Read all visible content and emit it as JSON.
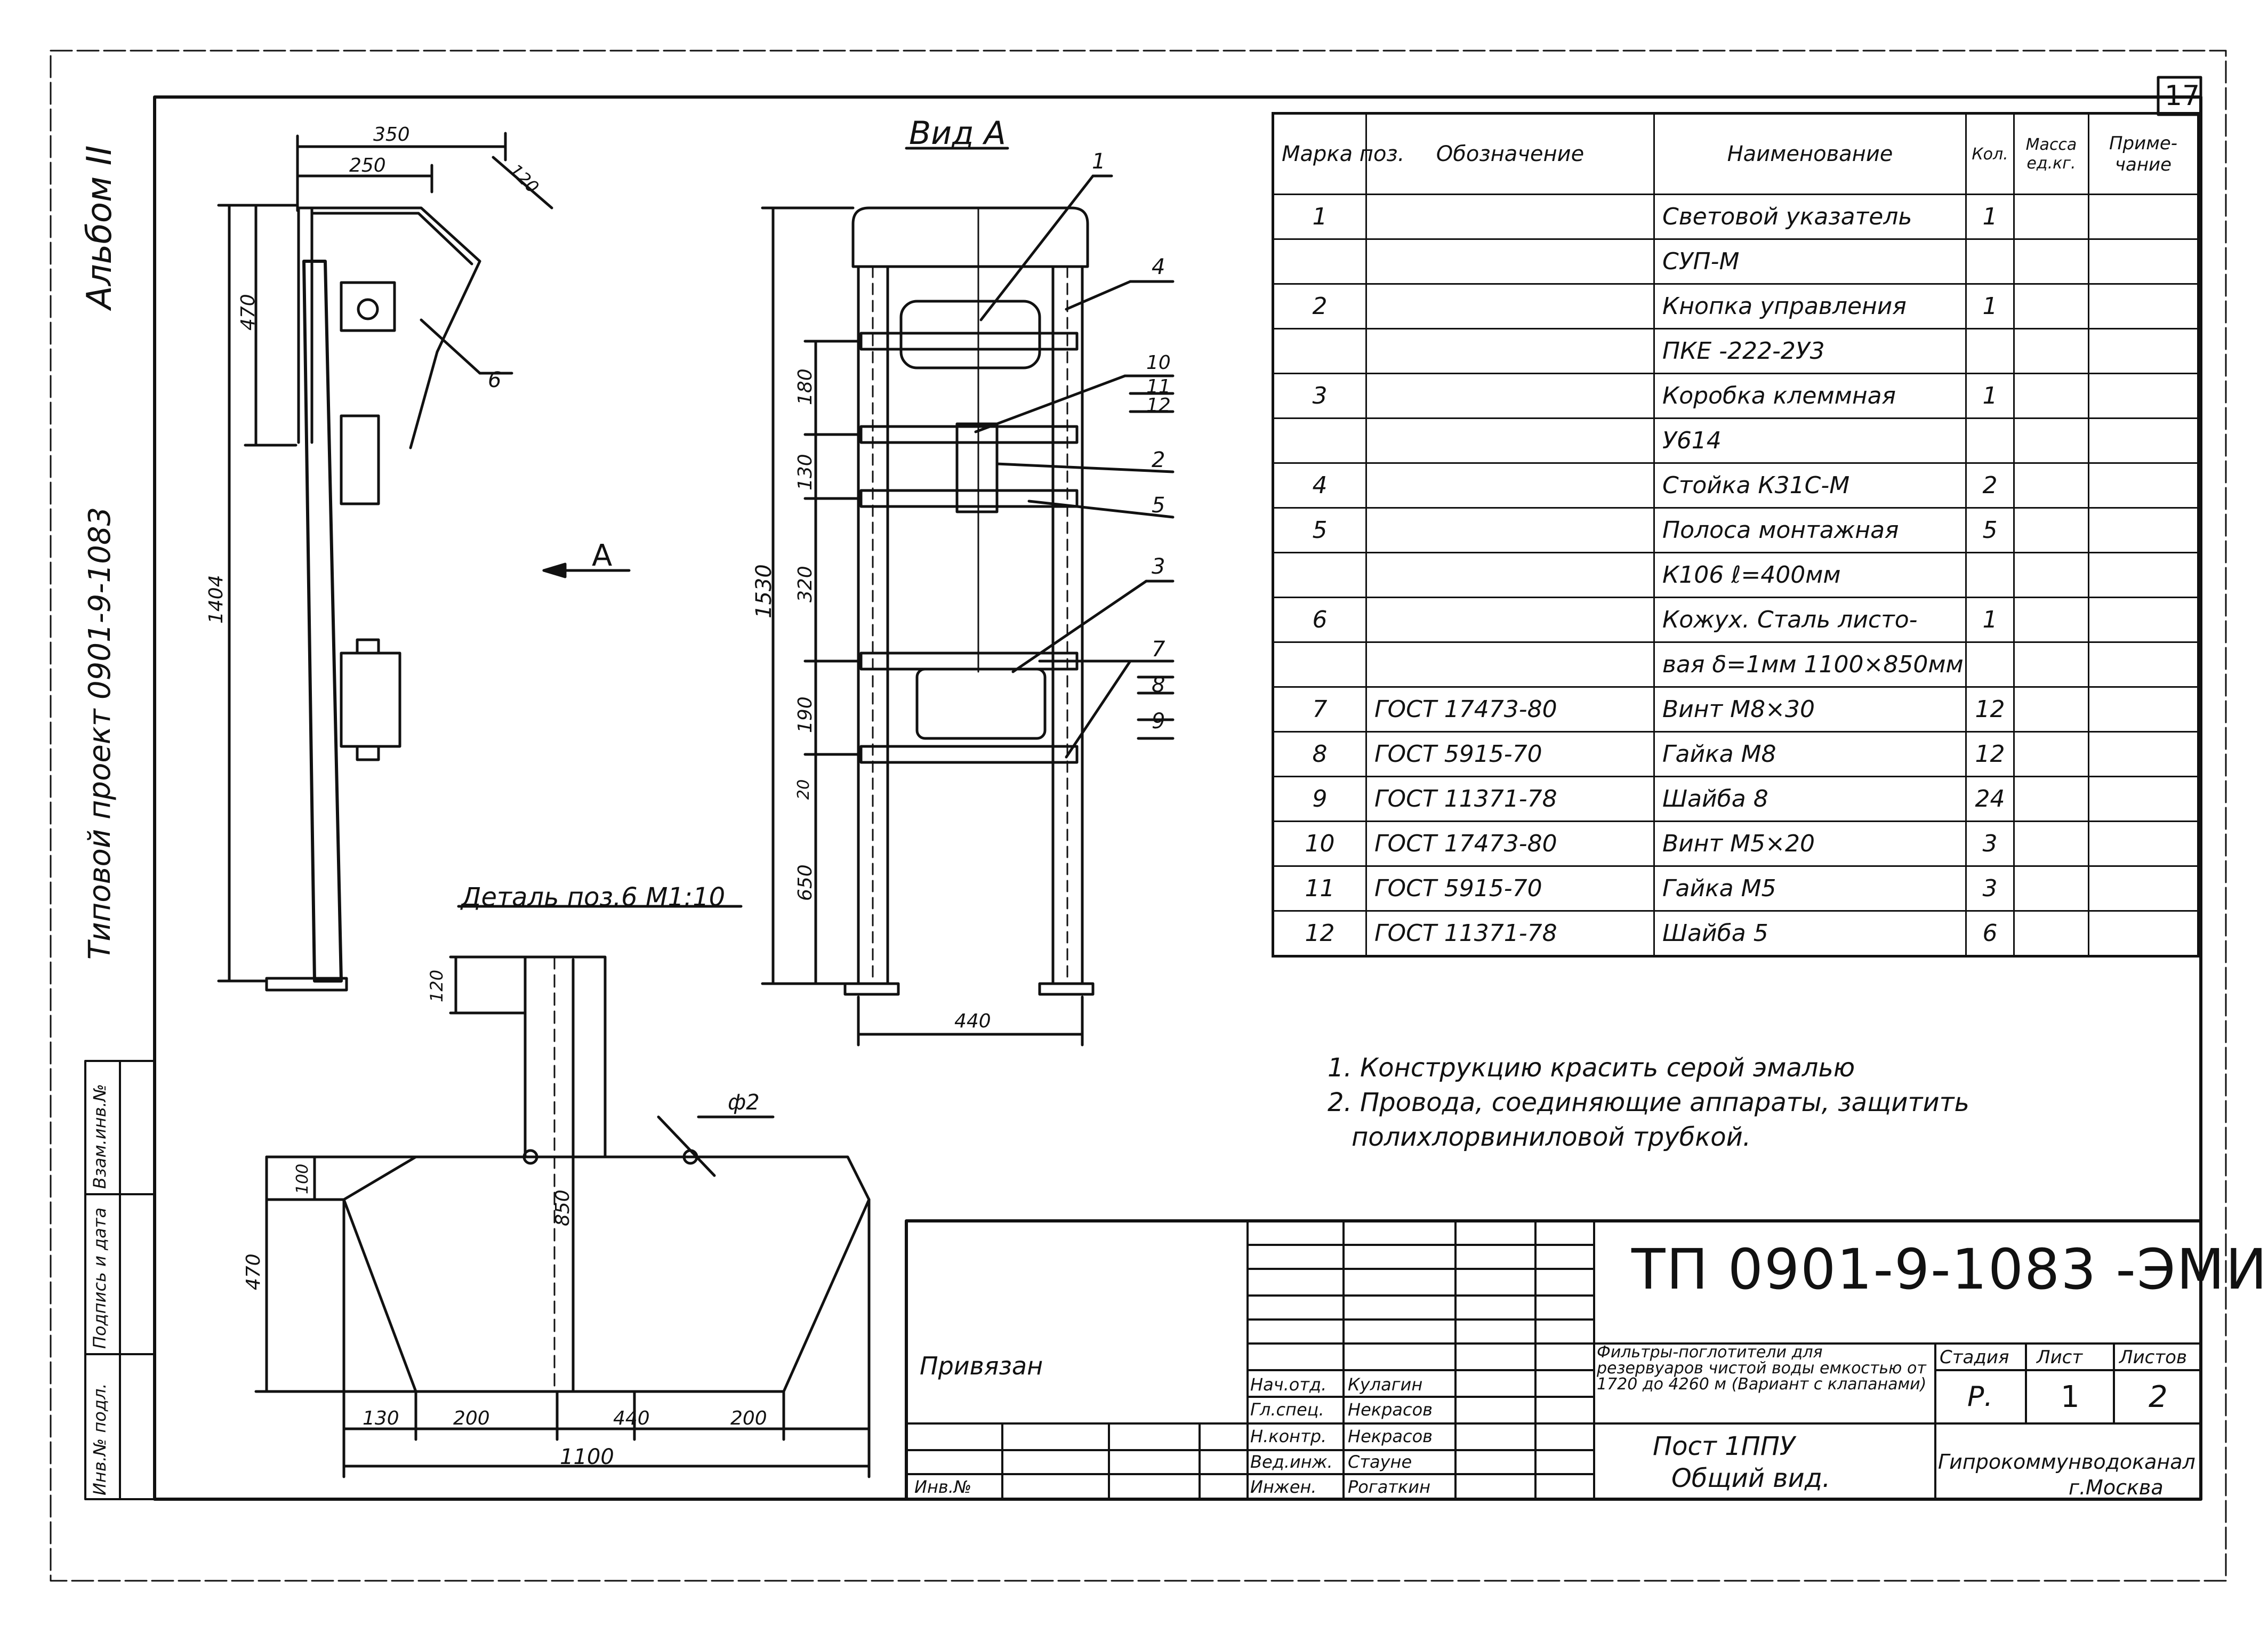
{
  "sheet_number": "17",
  "album_label": "Альбом II",
  "project_label": "Типовой проект 0901-9-1083",
  "side_stamp": [
    "Инв.№ подл.",
    "Подпись и дата",
    "Взам.инв.№"
  ],
  "view_a_title": "Вид А",
  "view_arrow_label": "А",
  "detail_title": "Деталь поз.6 М1:10",
  "side_view": {
    "dims": [
      "350",
      "250",
      "120",
      "470",
      "1404"
    ],
    "callout": "6"
  },
  "view_a": {
    "dims_vertical": [
      "180",
      "130",
      "320",
      "190",
      "20",
      "650",
      "1530"
    ],
    "dim_bottom": "440",
    "callouts": [
      "1",
      "4",
      "10",
      "11",
      "12",
      "2",
      "5",
      "3",
      "7",
      "8",
      "9"
    ]
  },
  "detail": {
    "dims": [
      "120",
      "850",
      "100",
      "470",
      "130",
      "200",
      "440",
      "200",
      "1100"
    ],
    "hole_label": "ф2"
  },
  "spec_table": {
    "headers": [
      "Марка поз.",
      "Обозначение",
      "Наименование",
      "Кол.",
      "Масса ед.кг.",
      "Приме-чание"
    ],
    "rows": [
      {
        "pos": "1",
        "designation": "",
        "name": "Световой указатель",
        "qty": "1"
      },
      {
        "pos": "",
        "designation": "",
        "name": "СУП-М",
        "qty": ""
      },
      {
        "pos": "2",
        "designation": "",
        "name": "Кнопка управления",
        "qty": "1"
      },
      {
        "pos": "",
        "designation": "",
        "name": "ПКЕ -222-2У3",
        "qty": ""
      },
      {
        "pos": "3",
        "designation": "",
        "name": "Коробка клеммная",
        "qty": "1"
      },
      {
        "pos": "",
        "designation": "",
        "name": "У614",
        "qty": ""
      },
      {
        "pos": "4",
        "designation": "",
        "name": "Стойка К31С-М",
        "qty": "2"
      },
      {
        "pos": "5",
        "designation": "",
        "name": "Полоса монтажная",
        "qty": "5"
      },
      {
        "pos": "",
        "designation": "",
        "name": "К106  ℓ=400мм",
        "qty": ""
      },
      {
        "pos": "6",
        "designation": "",
        "name": "Кожух. Сталь листо-",
        "qty": "1"
      },
      {
        "pos": "",
        "designation": "",
        "name": "вая δ=1мм 1100×850мм",
        "qty": ""
      },
      {
        "pos": "7",
        "designation": "ГОСТ 17473-80",
        "name": "Винт М8×30",
        "qty": "12"
      },
      {
        "pos": "8",
        "designation": "ГОСТ 5915-70",
        "name": "Гайка М8",
        "qty": "12"
      },
      {
        "pos": "9",
        "designation": "ГОСТ 11371-78",
        "name": "Шайба 8",
        "qty": "24"
      },
      {
        "pos": "10",
        "designation": "ГОСТ 17473-80",
        "name": "Винт М5×20",
        "qty": "3"
      },
      {
        "pos": "11",
        "designation": "ГОСТ 5915-70",
        "name": "Гайка М5",
        "qty": "3"
      },
      {
        "pos": "12",
        "designation": "ГОСТ 11371-78",
        "name": "Шайба 5",
        "qty": "6"
      }
    ]
  },
  "notes": [
    "1. Конструкцию красить серой эмалью",
    "2. Провода, соединяющие аппараты, защитить",
    "полихлорвиниловой трубкой."
  ],
  "title_block": {
    "document_code": "ТП 0901-9-1083 -ЭМИ",
    "bound_label": "Привязан",
    "inv_label": "Инв.№",
    "roles": [
      "Нач.отд.",
      "Гл.спец.",
      "Н.контр.",
      "Вед.инж.",
      "Инжен."
    ],
    "names": [
      "Кулагин",
      "Некрасов",
      "Некрасов",
      "Стауне",
      "Рогаткин"
    ],
    "description": "Фильтры-поглотители для резервуаров чистой воды емкостью от 1720 до 4260 м (Вариант с клапанами)",
    "sheet_title_1": "Пост 1ППУ",
    "sheet_title_2": "Общий вид.",
    "stage_label": "Стадия",
    "sheet_label": "Лист",
    "sheets_label": "Листов",
    "stage": "Р.",
    "sheet": "1",
    "sheets": "2",
    "organization_1": "Гипрокоммунводоканал",
    "organization_2": "г.Москва"
  }
}
